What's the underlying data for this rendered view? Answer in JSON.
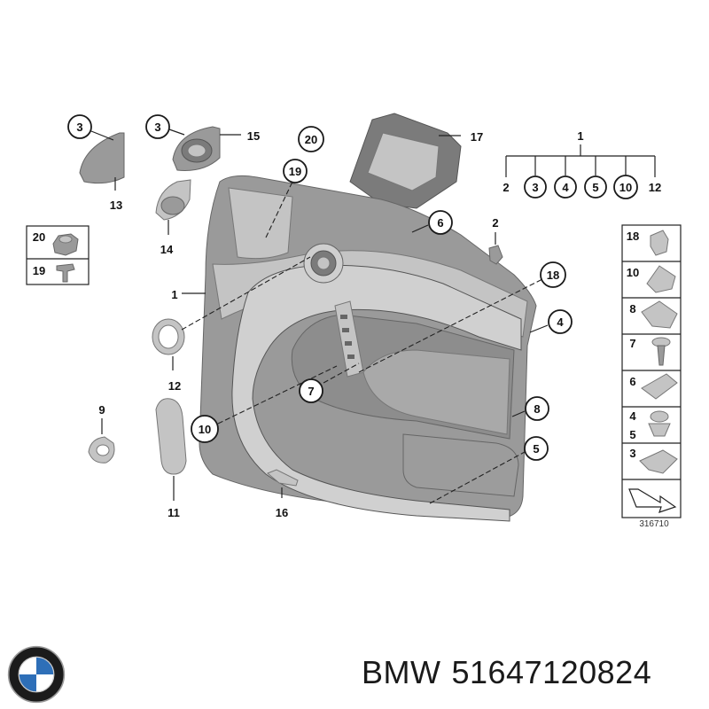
{
  "diagram": {
    "callouts": {
      "c1_top": "1",
      "c1_left": "1",
      "c2": "2",
      "c3_a": "3",
      "c3_b": "3",
      "c4": "4",
      "c5": "5",
      "c6": "6",
      "c7": "7",
      "c8": "8",
      "c9": "9",
      "c10": "10",
      "c11": "11",
      "c12": "12",
      "c13": "13",
      "c14": "14",
      "c15": "15",
      "c16": "16",
      "c17": "17",
      "c18": "18",
      "c19": "19",
      "c20": "20"
    },
    "tree_labels": [
      "2",
      "3",
      "4",
      "5",
      "10",
      "12"
    ],
    "left_boxes": [
      "20",
      "19"
    ],
    "right_column": [
      "18",
      "10",
      "8",
      "7",
      "6",
      "4",
      "5",
      "3"
    ],
    "diagram_id": "316710"
  },
  "footer": {
    "brand": "BMW",
    "part_number": "51647120824"
  }
}
